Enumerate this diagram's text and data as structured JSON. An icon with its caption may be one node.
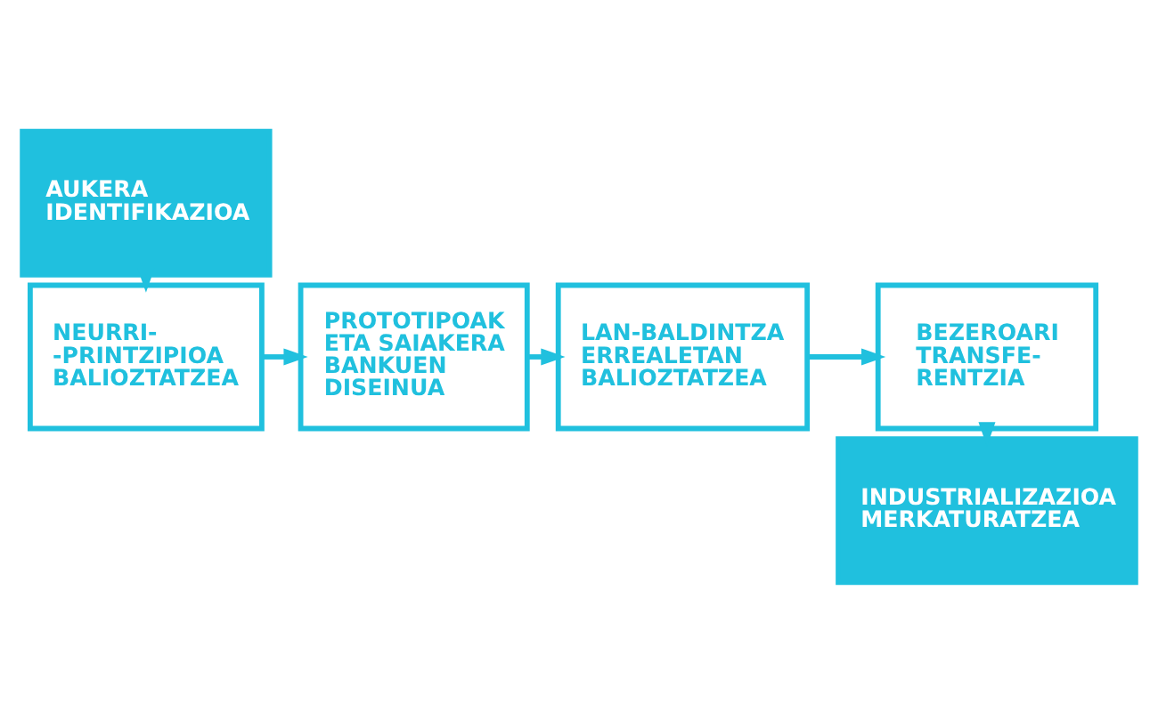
{
  "diagram": {
    "nodes": [
      {
        "text": [
          "AUKERA IDENTIFIKAZIOA"
        ]
      },
      {
        "text": [
          "NEURRI- -PRINTZIPIOA BALIOZTATZEA"
        ]
      },
      {
        "text": [
          "PROTOTIPOAK ETA SAIAKERA BANKUEN DISEINUA"
        ]
      },
      {
        "text": [
          "LAN-BALDINTZA ERREALETAN BALIOZTATZEA"
        ]
      },
      {
        "text": [
          "BEZEROARI TRANSFE- RENTZIA"
        ]
      },
      {
        "text": [
          "INDUSTRIALIZAZIOA MERKATURATZEA"
        ]
      }
    ],
    "edges": [
      {
        "from": 0,
        "to": 1,
        "arrow": "to"
      },
      {
        "from": 1,
        "to": 2,
        "arrow": "to"
      },
      {
        "from": 2,
        "to": 3,
        "arrow": "to"
      },
      {
        "from": 3,
        "to": 4,
        "arrow": "to"
      },
      {
        "from": 4,
        "to": 5,
        "arrow": "to"
      }
    ]
  }
}
